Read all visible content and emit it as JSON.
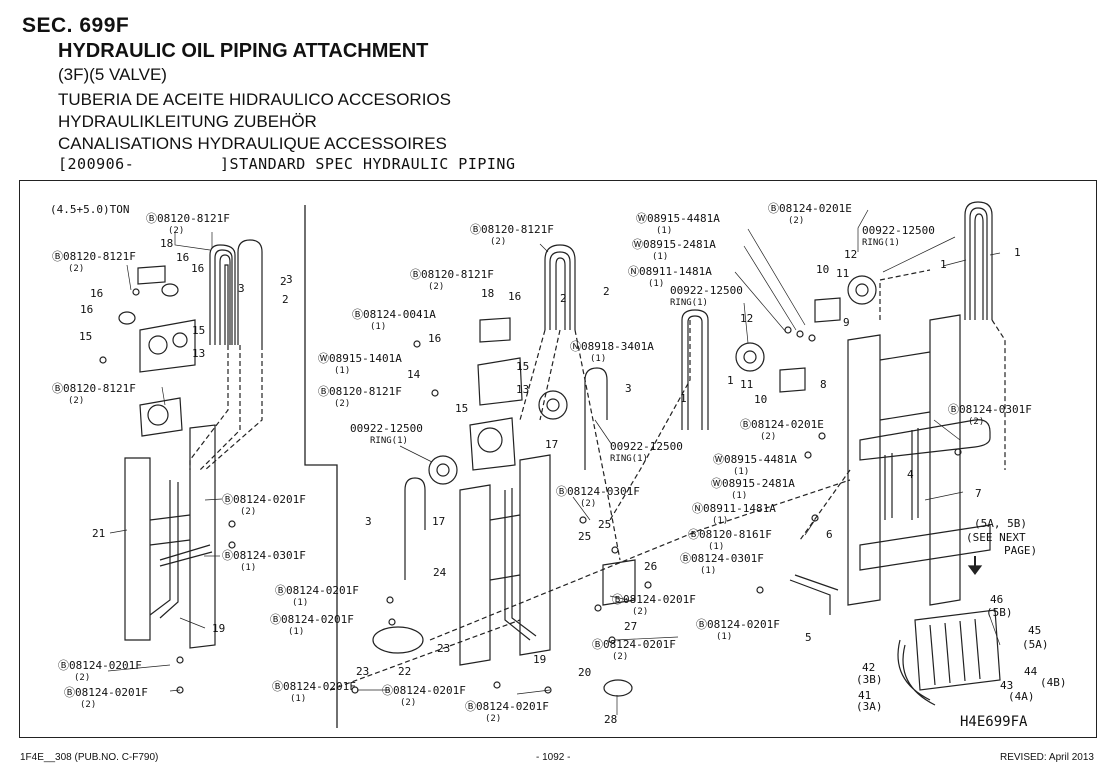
{
  "header": {
    "section": "SEC. 699F",
    "title_en": "HYDRAULIC OIL PIPING ATTACHMENT",
    "title_sub": "(3F)(5 VALVE)",
    "title_es": "TUBERIA DE ACEITE HIDRAULICO ACCESORIOS",
    "title_de": "HYDRAULIKLEITUNG ZUBEHÖR",
    "title_fr": "CANALISATIONS HYDRAULIQUE ACCESSOIRES",
    "spec_line": "[200906-         ]STANDARD SPEC HYDRAULIC PIPING"
  },
  "diagram": {
    "code": "H4E699FA",
    "capacity_note": "(4.5+5.0)TON",
    "see_next_page": [
      "(5A, 5B)",
      "(SEE NEXT",
      "PAGE)"
    ],
    "part_refs": [
      "Ⓑ08120-8121F",
      "(2)",
      "Ⓑ08120-8121F",
      "(2)",
      "Ⓑ08120-8121F",
      "(2)",
      "Ⓑ08124-0201F",
      "(2)",
      "Ⓑ08124-0301F",
      "(1)",
      "Ⓑ08124-0201F",
      "(2)",
      "Ⓑ08124-0201F",
      "(2)",
      "Ⓑ08120-8121F",
      "(2)",
      "Ⓑ08120-8121F",
      "(2)",
      "Ⓑ08124-0041A",
      "(1)",
      "Ⓦ08915-1401A",
      "(1)",
      "Ⓑ08120-8121F",
      "(2)",
      "Ⓝ08918-3401A",
      "(1)",
      "00922-12500",
      "RING(1)",
      "Ⓑ08124-0301F",
      "(2)",
      "Ⓑ08124-0201F",
      "(1)",
      "Ⓑ08124-0201F",
      "(1)",
      "Ⓑ08124-0201F",
      "(1)",
      "Ⓑ08124-0201F",
      "(2)",
      "Ⓑ08124-0201F",
      "(2)",
      "Ⓑ08124-0201F",
      "(2)",
      "Ⓑ08124-0201F",
      "(2)",
      "Ⓦ08915-4481A",
      "(1)",
      "Ⓦ08915-2481A",
      "(1)",
      "Ⓝ08911-1481A",
      "(1)",
      "00922-12500",
      "RING(1)",
      "Ⓑ08124-0201E",
      "(2)",
      "00922-12500",
      "RING(1)",
      "Ⓑ08124-0201E",
      "(2)",
      "00922-12500",
      "RING(1)",
      "Ⓦ08915-4481A",
      "(1)",
      "Ⓦ08915-2481A",
      "(1)",
      "Ⓝ08911-1481A",
      "(1)",
      "Ⓑ08120-8161F",
      "(1)",
      "Ⓑ08124-0301F",
      "(1)",
      "Ⓑ08124-0201F",
      "(1)",
      "Ⓑ08124-0301F",
      "(2)"
    ],
    "item_numbers": [
      "1",
      "2",
      "3",
      "4",
      "5",
      "6",
      "7",
      "8",
      "9",
      "10",
      "11",
      "12",
      "13",
      "14",
      "15",
      "16",
      "17",
      "18",
      "19",
      "20",
      "21",
      "22",
      "23",
      "24",
      "25",
      "26",
      "27",
      "28",
      "41",
      "42",
      "43",
      "44",
      "45",
      "46"
    ],
    "port_labels": [
      "(3A)",
      "(3B)",
      "(4A)",
      "(4B)",
      "(5A)",
      "(5B)"
    ]
  },
  "footer": {
    "left": "1F4E__308 (PUB.NO. C-F790)",
    "center": "- 1092 -",
    "right": "REVISED: April 2013"
  }
}
